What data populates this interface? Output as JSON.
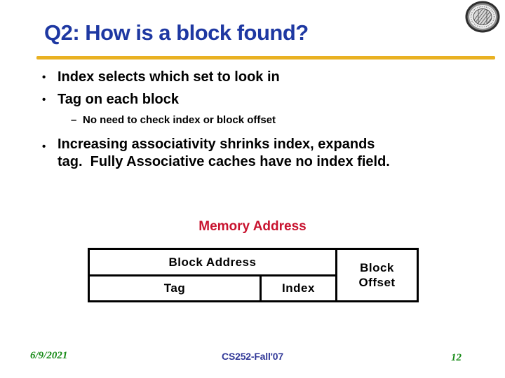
{
  "slide": {
    "title": "Q2: How is a block found?"
  },
  "bullets": [
    {
      "marker": "•",
      "text": "Index selects which set to look in"
    },
    {
      "marker": "•",
      "text": "Tag on each block"
    },
    {
      "marker": "–",
      "text": "No need to check index or block offset"
    },
    {
      "marker": "•",
      "text": "Increasing associativity shrinks index, expands\ntag.  Fully Associative caches have no index field."
    }
  ],
  "diagram": {
    "caption": "Memory Address",
    "block_address_label": "Block Address",
    "tag_label": "Tag",
    "index_label": "Index",
    "block_offset_label": "Block\nOffset"
  },
  "footer": {
    "date": "6/9/2021",
    "course": "CS252-Fall'07",
    "page_number": "12"
  },
  "colors": {
    "title_blue": "#1e38a2",
    "rule_gold": "#e9b122",
    "caption_red": "#c8132f",
    "footer_green": "#168a16",
    "footer_blue": "#333a99",
    "body_text": "#000000"
  },
  "icons": {
    "top_right_logo": "university-seal"
  }
}
